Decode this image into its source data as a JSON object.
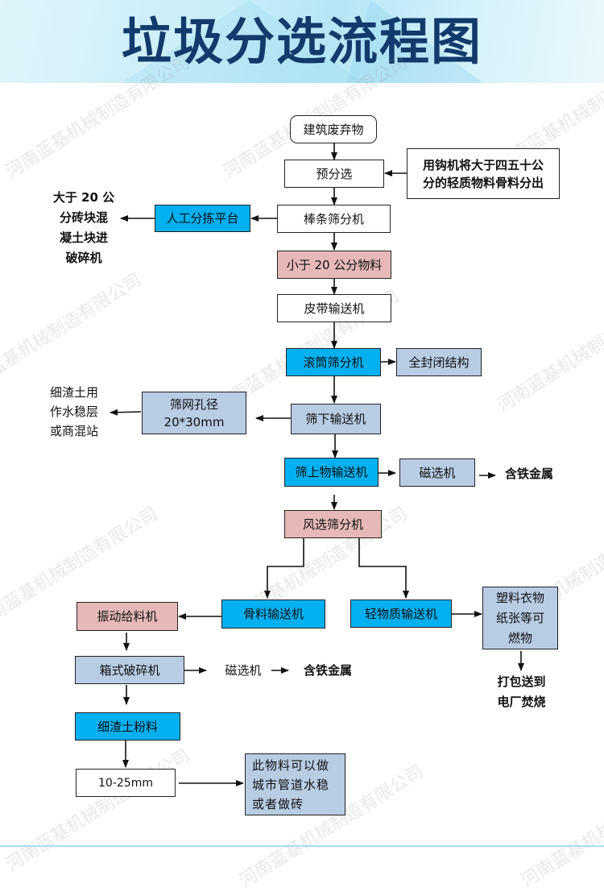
{
  "header": {
    "title": "垃圾分选流程图"
  },
  "watermark": "河南蓝基机械制造有限公司",
  "colors": {
    "title": "#123a6b",
    "pink": "#e6b9b8",
    "blue": "#00b0f0",
    "light_blue": "#b8cce4"
  },
  "nodes": {
    "construction_waste": "建筑废弃物",
    "pre_sorting": "预分选",
    "hook_note": [
      "用钩机将大于四五十公",
      "分的轻质物料骨料分出"
    ],
    "bar_screen": "棒条筛分机",
    "manual_platform": "人工分拣平台",
    "large_to_crusher": [
      "大于 20 公",
      "分砖块混",
      "凝土块进",
      "破碎机"
    ],
    "under_20": "小于 20 公分物料",
    "belt_conveyor": "皮带输送机",
    "drum_screen": "滚筒筛分机",
    "fully_enclosed": "全封闭结构",
    "mesh_aperture": [
      "筛网孔径",
      "20*30mm"
    ],
    "fine_soil_use": [
      "细渣土用",
      "作水稳层",
      "或商混站"
    ],
    "undersize_conveyor": "筛下输送机",
    "oversize_conveyor": "筛上物输送机",
    "magnetic_separator": "磁选机",
    "ferrous_metal": "含铁金属",
    "air_screen": "风选筛分机",
    "aggregate_conveyor": "骨料输送机",
    "light_conveyor": "轻物质输送机",
    "combustibles": [
      "塑料衣物",
      "纸张等可",
      "燃物"
    ],
    "bale_to_plant": [
      "打包送到",
      "电厂焚烧"
    ],
    "vibrating_feeder": "振动给料机",
    "box_crusher": "箱式破碎机",
    "magnetic_separator_2": "磁选机",
    "ferrous_metal_2": "含铁金属",
    "fine_powder": "细渣土粉料",
    "size_range": "10-25mm",
    "material_use": [
      "此物料可以做",
      "城市管道水稳",
      "或者做砖"
    ]
  }
}
